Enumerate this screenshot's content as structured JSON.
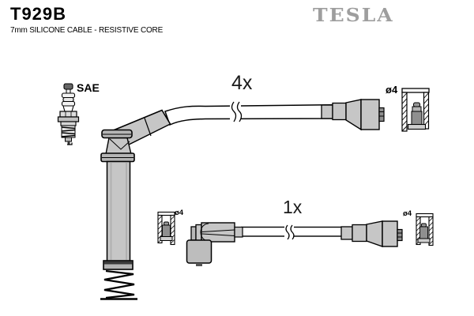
{
  "header": {
    "part_number": "T929B",
    "description": "7mm SILICONE CABLE - RESISTIVE CORE",
    "brand": "TESLA"
  },
  "labels": {
    "spark_plug_standard": "SAE",
    "main_lead_qty": "4x",
    "coil_lead_qty": "1x",
    "terminal_dia_top": "ø4",
    "terminal_dia_bottom_left": "ø4",
    "terminal_dia_bottom_right": "ø4"
  },
  "colors": {
    "background": "#ffffff",
    "outline": "#000000",
    "part_fill": "#c6c6c6",
    "part_fill_dark": "#b0b0b0",
    "terminal_fill": "#8f8f8f",
    "brand_gray": "#9e9e9e"
  }
}
